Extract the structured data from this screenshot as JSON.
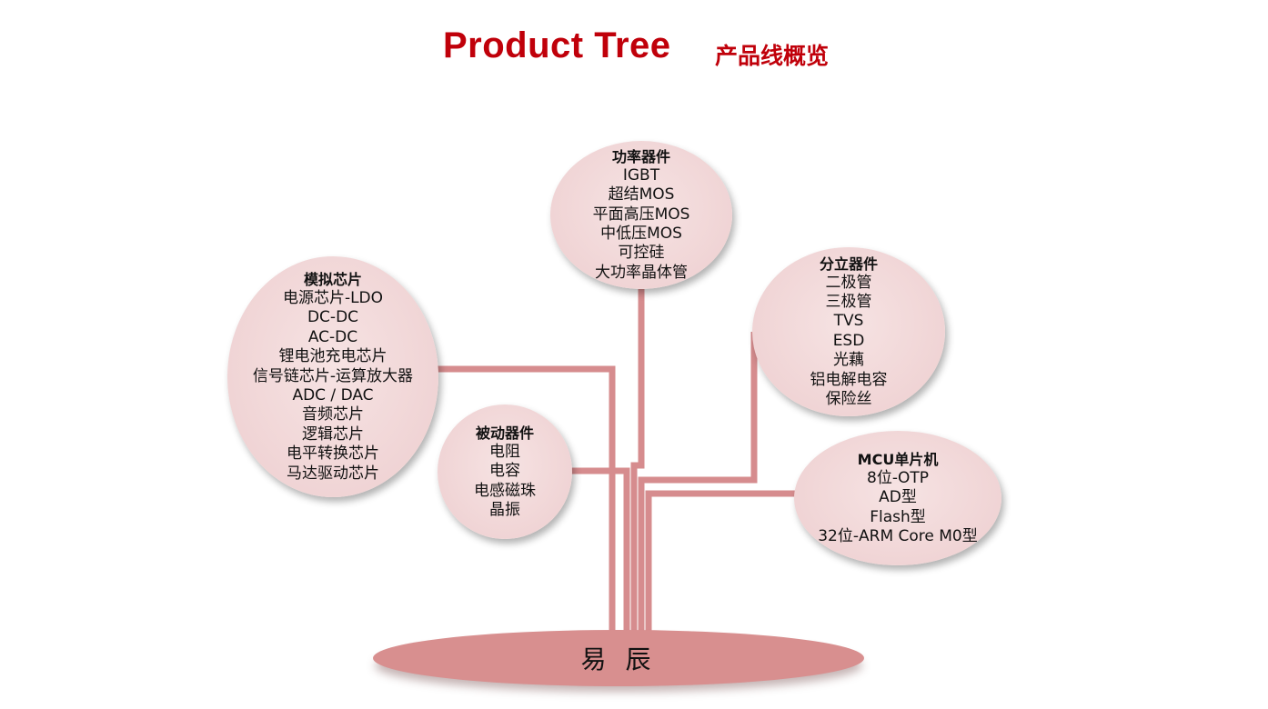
{
  "header": {
    "title": "Product Tree",
    "subtitle": "产品线概览"
  },
  "base": {
    "label": "易 辰"
  },
  "branch_color": "#d68c8e",
  "title_color": "#c0000a",
  "categories": {
    "power": {
      "title": "功率器件",
      "items": [
        "IGBT",
        "超结MOS",
        "平面高压MOS",
        "中低压MOS",
        "可控硅",
        "大功率晶体管"
      ]
    },
    "analog": {
      "title": "模拟芯片",
      "items": [
        "电源芯片-LDO",
        "DC-DC",
        "AC-DC",
        "锂电池充电芯片",
        "信号链芯片-运算放大器",
        "ADC / DAC",
        "音频芯片",
        "逻辑芯片",
        "电平转换芯片",
        "马达驱动芯片"
      ]
    },
    "discrete": {
      "title": "分立器件",
      "items": [
        "二极管",
        "三极管",
        "TVS",
        "ESD",
        "光藕",
        "铝电解电容",
        "保险丝"
      ]
    },
    "passive": {
      "title": "被动器件",
      "items": [
        "电阻",
        "电容",
        "电感磁珠",
        "晶振"
      ]
    },
    "mcu": {
      "title": "MCU单片机",
      "items": [
        "8位-OTP",
        "AD型",
        "Flash型",
        "32位-ARM Core M0型"
      ]
    }
  }
}
